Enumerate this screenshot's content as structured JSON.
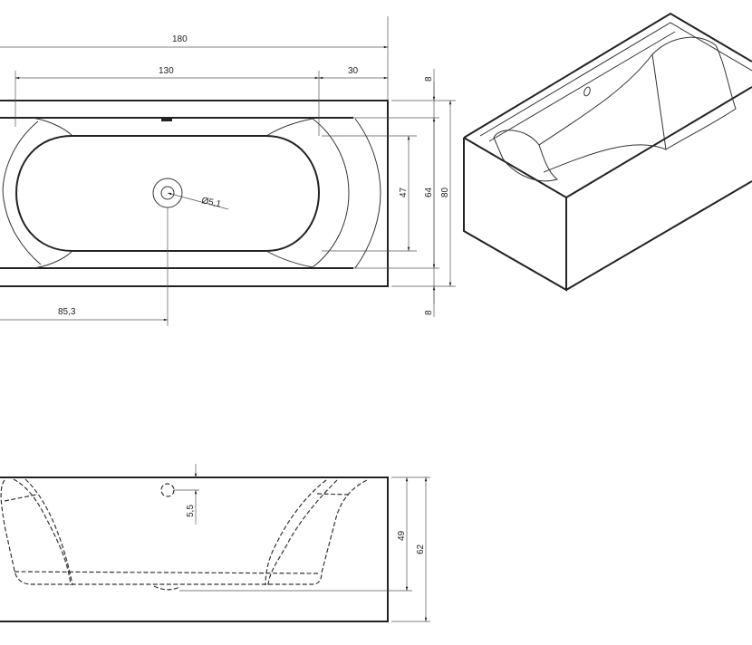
{
  "title": "Bathtub dimension drawing",
  "top_view": {
    "overall_length": "180",
    "inner_length": "130",
    "end_offset": "30",
    "rim_top": "8",
    "rim_bottom": "8",
    "bottom_width": "47",
    "inner_width": "64",
    "overall_width": "80",
    "drain_position": "85,3",
    "drain_diameter": "Ø5,1"
  },
  "side_view": {
    "overflow_offset": "5,5",
    "inner_depth": "49",
    "overall_height": "62"
  }
}
